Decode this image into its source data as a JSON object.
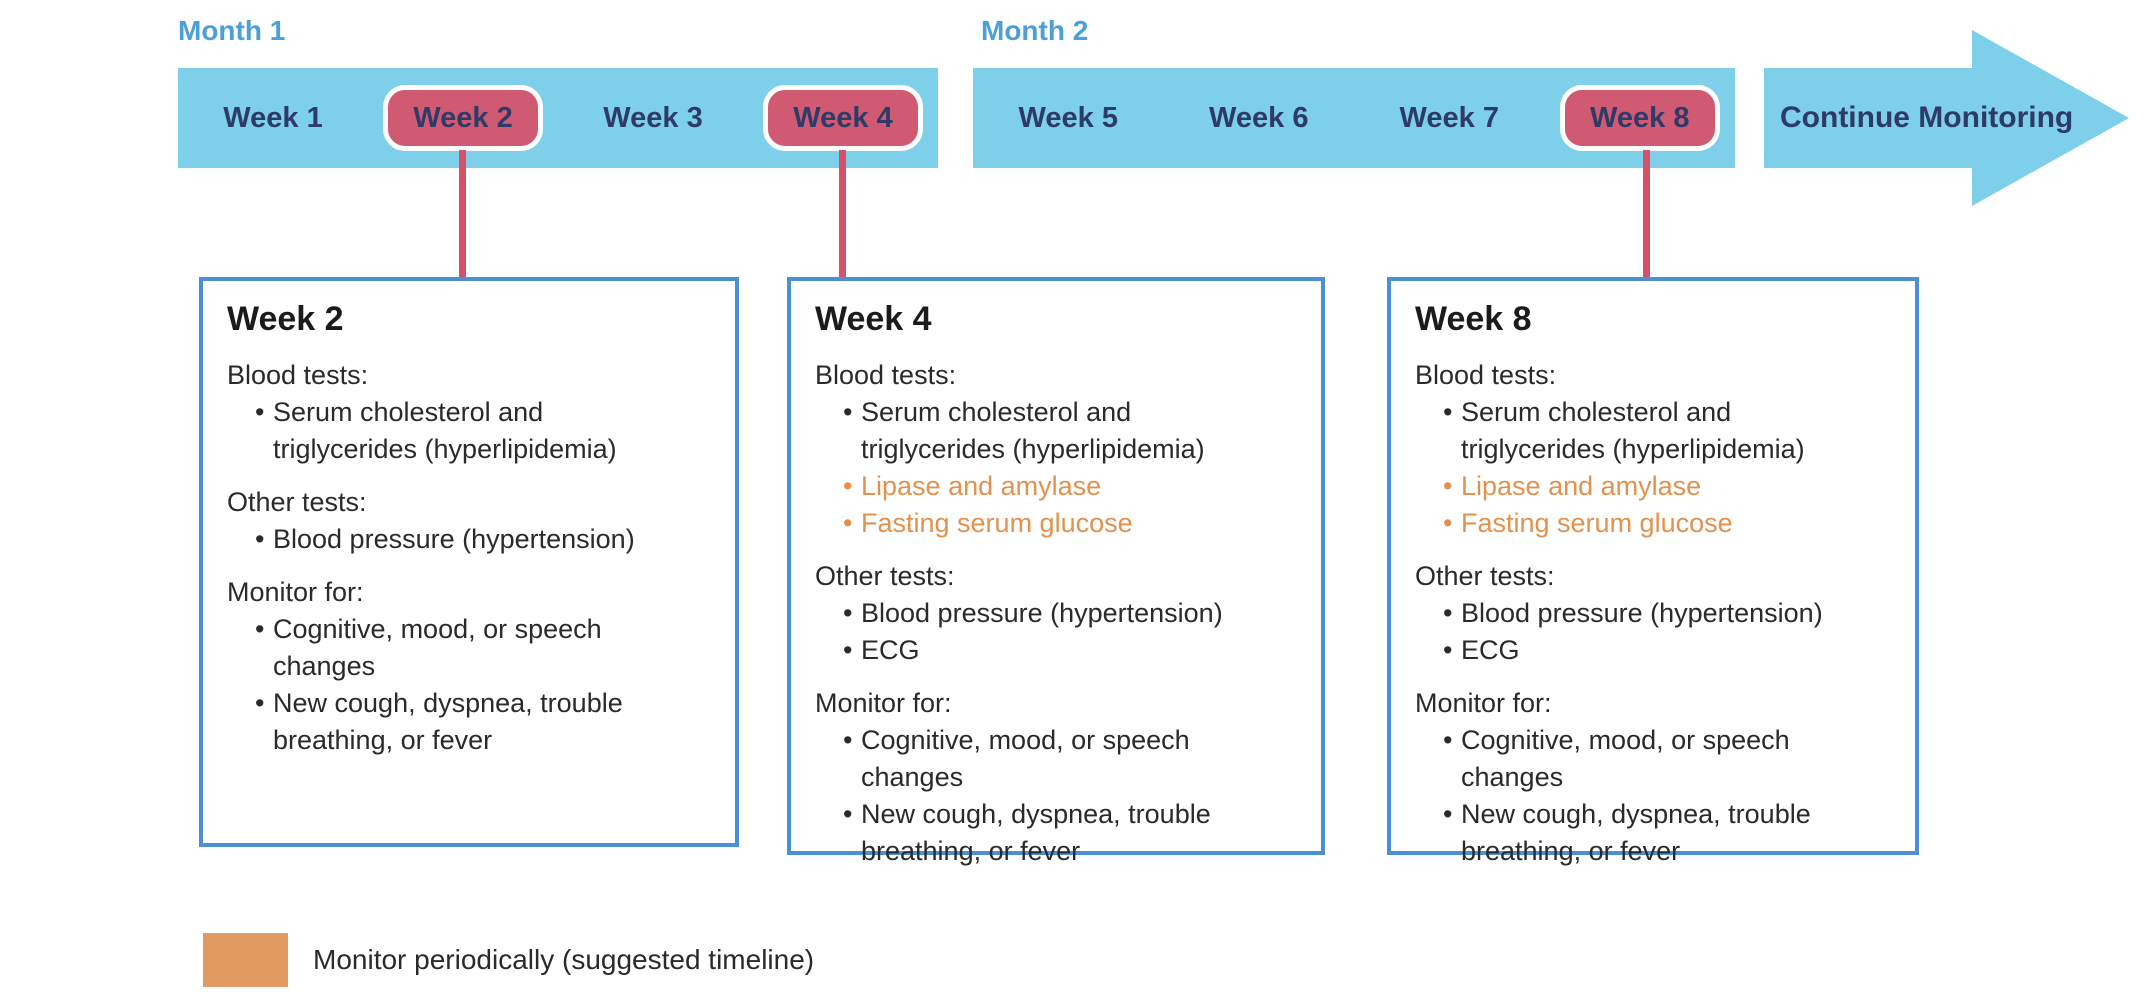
{
  "timeline": {
    "months": [
      {
        "label": "Month 1"
      },
      {
        "label": "Month 2"
      }
    ],
    "weeks": [
      {
        "label": "Week 1",
        "highlighted": false
      },
      {
        "label": "Week 2",
        "highlighted": true
      },
      {
        "label": "Week 3",
        "highlighted": false
      },
      {
        "label": "Week 4",
        "highlighted": true
      },
      {
        "label": "Week 5",
        "highlighted": false
      },
      {
        "label": "Week 6",
        "highlighted": false
      },
      {
        "label": "Week 7",
        "highlighted": false
      },
      {
        "label": "Week 8",
        "highlighted": true
      }
    ],
    "arrow_label": "Continue Monitoring"
  },
  "boxes": [
    {
      "title": "Week 2",
      "sections": [
        {
          "label": "Blood tests:",
          "items": [
            {
              "text": "Serum cholesterol and triglycerides (hyperlipidemia)",
              "periodic": false
            }
          ]
        },
        {
          "label": "Other tests:",
          "items": [
            {
              "text": "Blood pressure (hypertension)",
              "periodic": false
            }
          ]
        },
        {
          "label": "Monitor for:",
          "items": [
            {
              "text": "Cognitive, mood, or speech changes",
              "periodic": false
            },
            {
              "text": "New cough, dyspnea, trouble breathing, or fever",
              "periodic": false
            }
          ]
        }
      ]
    },
    {
      "title": "Week 4",
      "sections": [
        {
          "label": "Blood tests:",
          "items": [
            {
              "text": "Serum cholesterol and triglycerides (hyperlipidemia)",
              "periodic": false
            },
            {
              "text": "Lipase and amylase",
              "periodic": true
            },
            {
              "text": "Fasting serum glucose",
              "periodic": true
            }
          ]
        },
        {
          "label": "Other tests:",
          "items": [
            {
              "text": "Blood pressure (hypertension)",
              "periodic": false
            },
            {
              "text": "ECG",
              "periodic": false
            }
          ]
        },
        {
          "label": "Monitor for:",
          "items": [
            {
              "text": "Cognitive, mood, or speech changes",
              "periodic": false
            },
            {
              "text": "New cough, dyspnea, trouble breathing, or fever",
              "periodic": false
            }
          ]
        }
      ]
    },
    {
      "title": "Week 8",
      "sections": [
        {
          "label": "Blood tests:",
          "items": [
            {
              "text": "Serum cholesterol and triglycerides (hyperlipidemia)",
              "periodic": false
            },
            {
              "text": "Lipase and amylase",
              "periodic": true
            },
            {
              "text": "Fasting serum glucose",
              "periodic": true
            }
          ]
        },
        {
          "label": "Other tests:",
          "items": [
            {
              "text": "Blood pressure (hypertension)",
              "periodic": false
            },
            {
              "text": "ECG",
              "periodic": false
            }
          ]
        },
        {
          "label": "Monitor for:",
          "items": [
            {
              "text": "Cognitive, mood, or speech changes",
              "periodic": false
            },
            {
              "text": "New cough, dyspnea, trouble breathing, or fever",
              "periodic": false
            }
          ]
        }
      ]
    }
  ],
  "legend": {
    "label": "Monitor periodically (suggested timeline)",
    "swatch_color": "#E09A62"
  },
  "colors": {
    "bar_blue": "#7DCFEA",
    "highlight_pill": "#D05A72",
    "connector": "#D5506B",
    "month_label_blue": "#4BA0DA",
    "week_label_navy": "#2E3A67",
    "box_border_blue": "#4A90D2",
    "body_text": "#2A2A2A",
    "periodic_orange": "#E2914E"
  }
}
